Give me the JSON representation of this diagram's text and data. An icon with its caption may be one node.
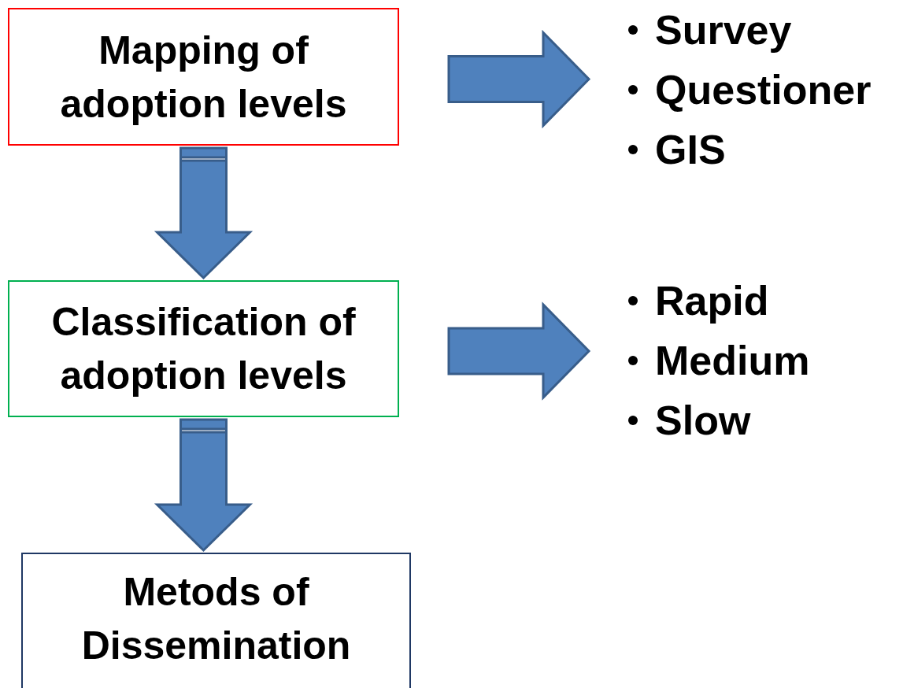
{
  "diagram": {
    "nodes": [
      {
        "text": [
          "Mapping of adoption levels"
        ]
      },
      {
        "text": [
          "Survey",
          "Questioner",
          "GIS"
        ]
      },
      {
        "text": [
          "Classification of adoption levels"
        ]
      },
      {
        "text": [
          "Rapid",
          "Medium",
          "Slow"
        ]
      },
      {
        "text": [
          "Metods of Dissemination"
        ]
      }
    ],
    "edges": [
      {
        "from": 0,
        "to": 1,
        "arrow": "to",
        "style": "thick"
      },
      {
        "from": 0,
        "to": 2,
        "arrow": "to",
        "style": "thick"
      },
      {
        "from": 2,
        "to": 3,
        "arrow": "to",
        "style": "thick"
      },
      {
        "from": 2,
        "to": 4,
        "arrow": "to",
        "style": "thick"
      }
    ]
  }
}
